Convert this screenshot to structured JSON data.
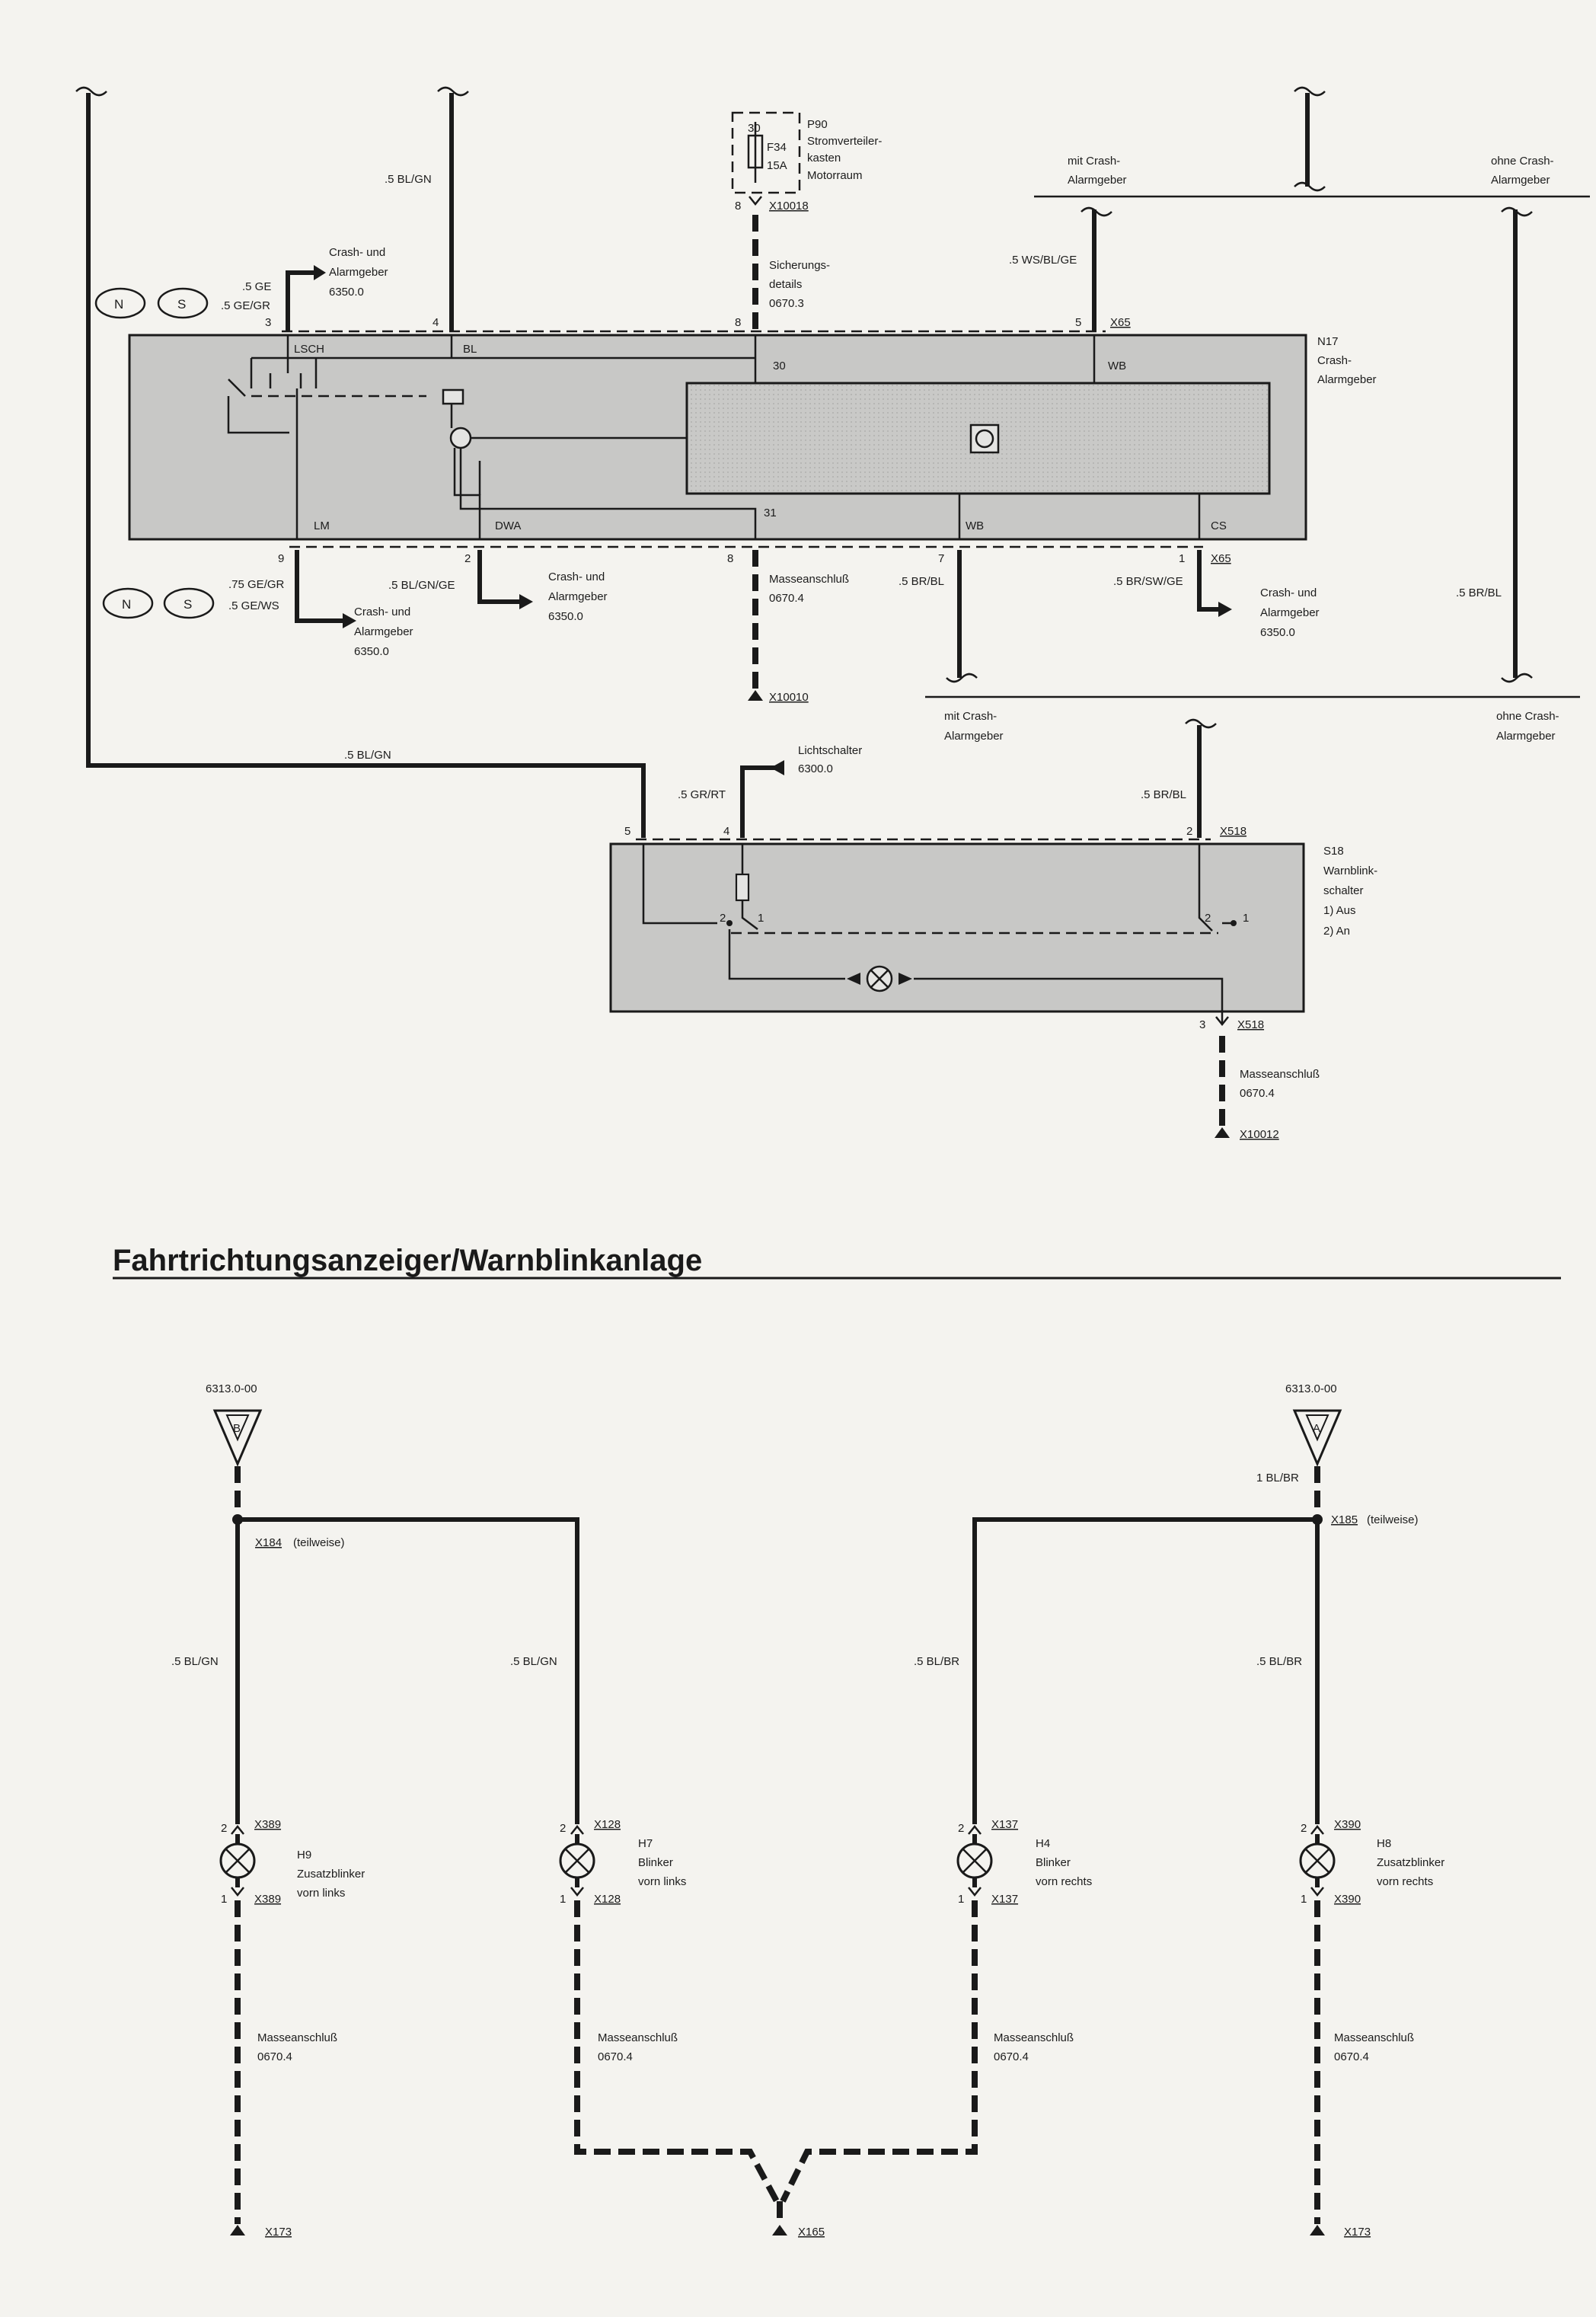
{
  "upper": {
    "wires": {
      "w_top_left": ".5 BL/GN",
      "w_ge": ".5 GE",
      "w_gegr": ".5 GE/GR",
      "w_wsblge": ".5 WS/BL/GE",
      "w_75gegr": ".75 GE/GR",
      "w_gews": ".5 GE/WS",
      "w_blgnge": ".5 BL/GN/GE",
      "w_brbl_7": ".5 BR/BL",
      "w_brswge": ".5 BR/SW/GE",
      "w_brbl_right": ".5 BR/BL",
      "w_blgn_bottom": ".5 BL/GN",
      "w_grrt": ".5 GR/RT",
      "w_brbl_s18": ".5 BR/BL"
    },
    "badges": {
      "n1": "N",
      "s1": "S",
      "n2": "N",
      "s2": "S"
    },
    "p90": {
      "pin30": "30",
      "fuse": "F34",
      "amp": "15A",
      "l1": "P90",
      "l2": "Stromverteiler-",
      "l3": "kasten",
      "l4": "Motorraum",
      "pin8": "8",
      "conn": "X10018"
    },
    "sicherung": {
      "l1": "Sicherungs-",
      "l2": "details",
      "l3": "0670.3"
    },
    "crash_top": {
      "l1": "Crash- und",
      "l2": "Alarmgeber",
      "l3": "6350.0"
    },
    "mit_crash_top": {
      "l1": "mit Crash-",
      "l2": "Alarmgeber"
    },
    "ohne_crash_top": {
      "l1": "ohne Crash-",
      "l2": "Alarmgeber"
    },
    "n17": {
      "pin3": "3",
      "pin4": "4",
      "pin8": "8",
      "pin5": "5",
      "conn_top": "X65",
      "lsch": "LSCH",
      "bl": "BL",
      "p30": "30",
      "wb_top": "WB",
      "p31": "31",
      "lm": "LM",
      "dwa": "DWA",
      "wb_bot": "WB",
      "cs": "CS",
      "l1": "N17",
      "l2": "Crash-",
      "l3": "Alarmgeber",
      "pin9": "9",
      "pin2": "2",
      "pin8b": "8",
      "pin7": "7",
      "pin1": "1",
      "conn_bot": "X65"
    },
    "crash_lm": {
      "l1": "Crash- und",
      "l2": "Alarmgeber",
      "l3": "6350.0"
    },
    "crash_dwa": {
      "l1": "Crash- und",
      "l2": "Alarmgeber",
      "l3": "6350.0"
    },
    "crash_cs": {
      "l1": "Crash- und",
      "l2": "Alarmgeber",
      "l3": "6350.0"
    },
    "masse_mid": {
      "l1": "Masseanschluß",
      "l2": "0670.4",
      "conn": "X10010"
    },
    "mit_crash_mid": {
      "l1": "mit Crash-",
      "l2": "Alarmgeber"
    },
    "ohne_crash_mid": {
      "l1": "ohne Crash-",
      "l2": "Alarmgeber"
    },
    "lichtschalter": {
      "l1": "Lichtschalter",
      "l2": "6300.0"
    },
    "s18": {
      "pin5": "5",
      "pin4": "4",
      "pin2": "2",
      "conn": "X518",
      "sw2a": "2",
      "sw1a": "1",
      "sw2b": "2",
      "sw1b": "1",
      "l1": "S18",
      "l2": "Warnblink-",
      "l3": "schalter",
      "l4": "1)  Aus",
      "l5": "2)  An",
      "pin3": "3",
      "conn_bot": "X518"
    },
    "masse_s18": {
      "l1": "Masseanschluß",
      "l2": "0670.4",
      "conn": "X10012"
    }
  },
  "section_title": "Fahrtrichtungsanzeiger/Warnblinkanlage",
  "lower": {
    "ref_left": "6313.0-00",
    "ref_right": "6313.0-00",
    "tri_left": "B",
    "tri_right": "A",
    "w_1blbr": "1 BL/BR",
    "x184": "X184",
    "x184_note": "(teilweise)",
    "x185": "X185",
    "x185_note": "(teilweise)",
    "w_h9": ".5 BL/GN",
    "w_h7": ".5 BL/GN",
    "w_h4": ".5 BL/BR",
    "w_h8": ".5 BL/BR",
    "lamps": [
      {
        "pin_top": "2",
        "conn_top": "X389",
        "pin_bot": "1",
        "conn_bot": "X389",
        "id": "H9",
        "d1": "Zusatzblinker",
        "d2": "vorn links",
        "m1": "Masseanschluß",
        "m2": "0670.4",
        "gnd": "X173"
      },
      {
        "pin_top": "2",
        "conn_top": "X128",
        "pin_bot": "1",
        "conn_bot": "X128",
        "id": "H7",
        "d1": "Blinker",
        "d2": "vorn links",
        "m1": "Masseanschluß",
        "m2": "0670.4"
      },
      {
        "pin_top": "2",
        "conn_top": "X137",
        "pin_bot": "1",
        "conn_bot": "X137",
        "id": "H4",
        "d1": "Blinker",
        "d2": "vorn rechts",
        "m1": "Masseanschluß",
        "m2": "0670.4"
      },
      {
        "pin_top": "2",
        "conn_top": "X390",
        "pin_bot": "1",
        "conn_bot": "X390",
        "id": "H8",
        "d1": "Zusatzblinker",
        "d2": "vorn rechts",
        "m1": "Masseanschluß",
        "m2": "0670.4",
        "gnd": "X173"
      }
    ],
    "gnd_mid": "X165"
  }
}
